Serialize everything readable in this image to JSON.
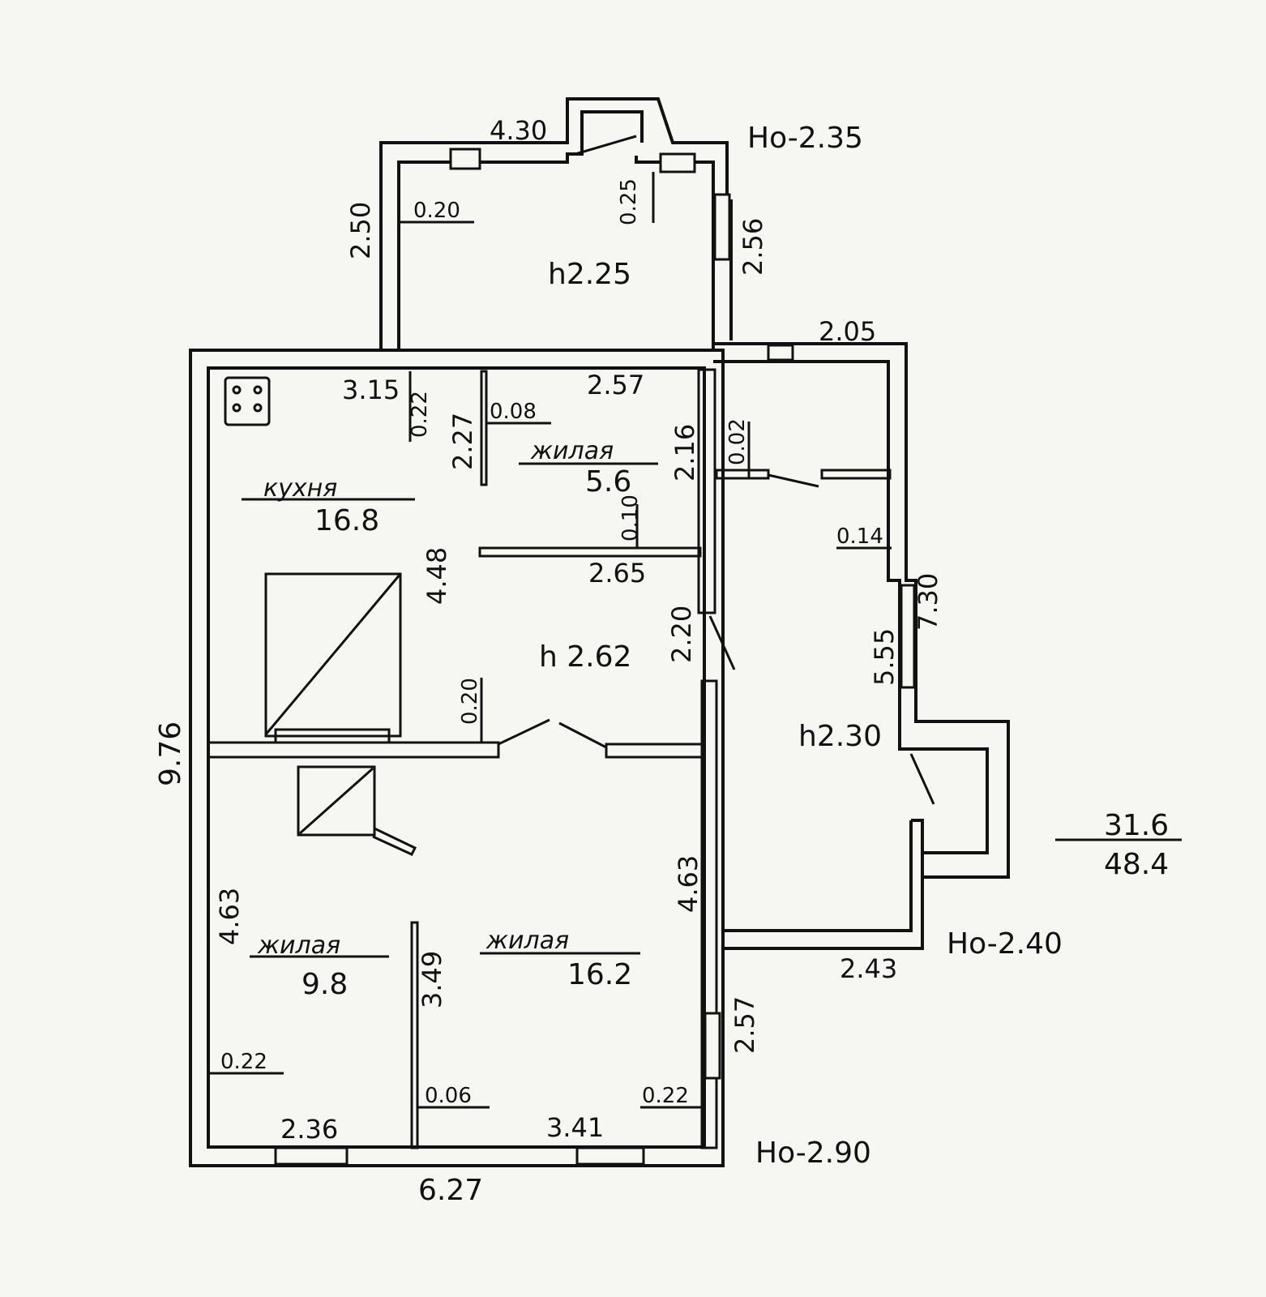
{
  "plan": {
    "summary": {
      "living": "31.6",
      "total": "48.4"
    },
    "rooms": {
      "kitchen": {
        "name": "кухня",
        "area": "16.8"
      },
      "living_small": {
        "name": "жилая",
        "area": "5.6"
      },
      "living_left": {
        "name": "жилая",
        "area": "9.8"
      },
      "living_right": {
        "name": "жилая",
        "area": "16.2"
      }
    },
    "heights": {
      "porch": "h2.25",
      "main": "h 2.62",
      "veranda": "h2.30"
    },
    "levels": {
      "top": "Ho-2.35",
      "right": "Ho-2.40",
      "bottom": "Ho-2.90"
    },
    "dimensions": {
      "porch_width": "4.30",
      "porch_left": "2.50",
      "porch_right": "2.56",
      "porch_wall": "0.20",
      "porch_wall2": "0.25",
      "veranda_top": "2.05",
      "kitchen_top": "3.15",
      "kitchen_wall": "0.22",
      "part_227": "2.27",
      "part_008": "0.08",
      "small_top": "2.57",
      "small_side": "2.16",
      "ver_wall": "0.02",
      "ver_wall2": "0.14",
      "ver_730": "7.30",
      "ver_555": "5.55",
      "small_wall": "0.10",
      "small_bottom": "2.65",
      "kitchen_side": "4.48",
      "hall_side": "2.20",
      "hall_wall": "0.20",
      "total_left": "9.76",
      "left_room_side": "4.63",
      "right_room_side": "4.63",
      "partition_349": "3.49",
      "ver_bottom": "2.43",
      "right_lower": "2.57",
      "wall_022_left": "0.22",
      "wall_006": "0.06",
      "wall_022_right": "0.22",
      "bottom_236": "2.36",
      "bottom_341": "3.41",
      "bottom_total": "6.27"
    }
  }
}
